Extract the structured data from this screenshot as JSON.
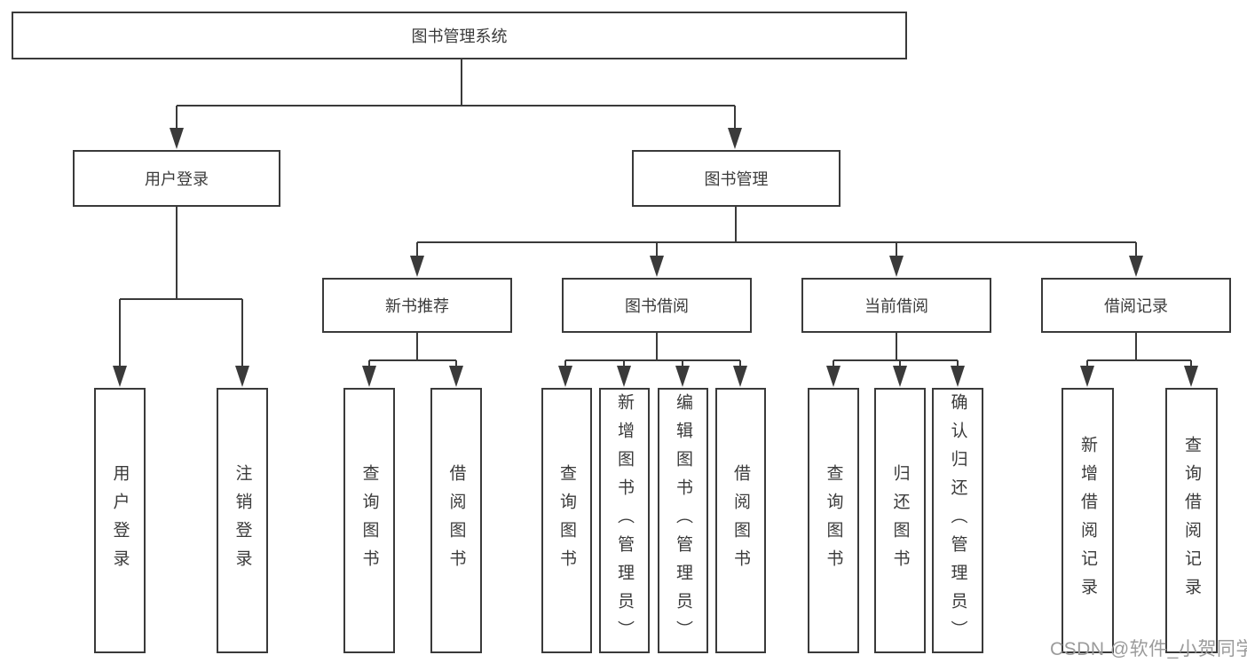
{
  "diagram": {
    "root": {
      "label": "图书管理系统"
    },
    "user_login": {
      "label": "用户登录",
      "children": [
        {
          "label": "用户登录"
        },
        {
          "label": "注销登录"
        }
      ]
    },
    "book_management": {
      "label": "图书管理",
      "sections": [
        {
          "label": "新书推荐",
          "children": [
            {
              "label": "查询图书"
            },
            {
              "label": "借阅图书"
            }
          ]
        },
        {
          "label": "图书借阅",
          "children": [
            {
              "label": "查询图书"
            },
            {
              "label": "新增图书（管理员）"
            },
            {
              "label": "编辑图书（管理员）"
            },
            {
              "label": "借阅图书"
            }
          ]
        },
        {
          "label": "当前借阅",
          "children": [
            {
              "label": "查询图书"
            },
            {
              "label": "归还图书"
            },
            {
              "label": "确认归还（管理员）"
            }
          ]
        },
        {
          "label": "借阅记录",
          "children": [
            {
              "label": "新增借阅记录"
            },
            {
              "label": "查询借阅记录"
            }
          ]
        }
      ]
    },
    "watermark": "CSDN @软件_小贺同学",
    "colors": {
      "line": "#3a3a3a",
      "text": "#3b3b3b",
      "background": "#ffffff",
      "watermark": "#9b9b9b"
    }
  }
}
